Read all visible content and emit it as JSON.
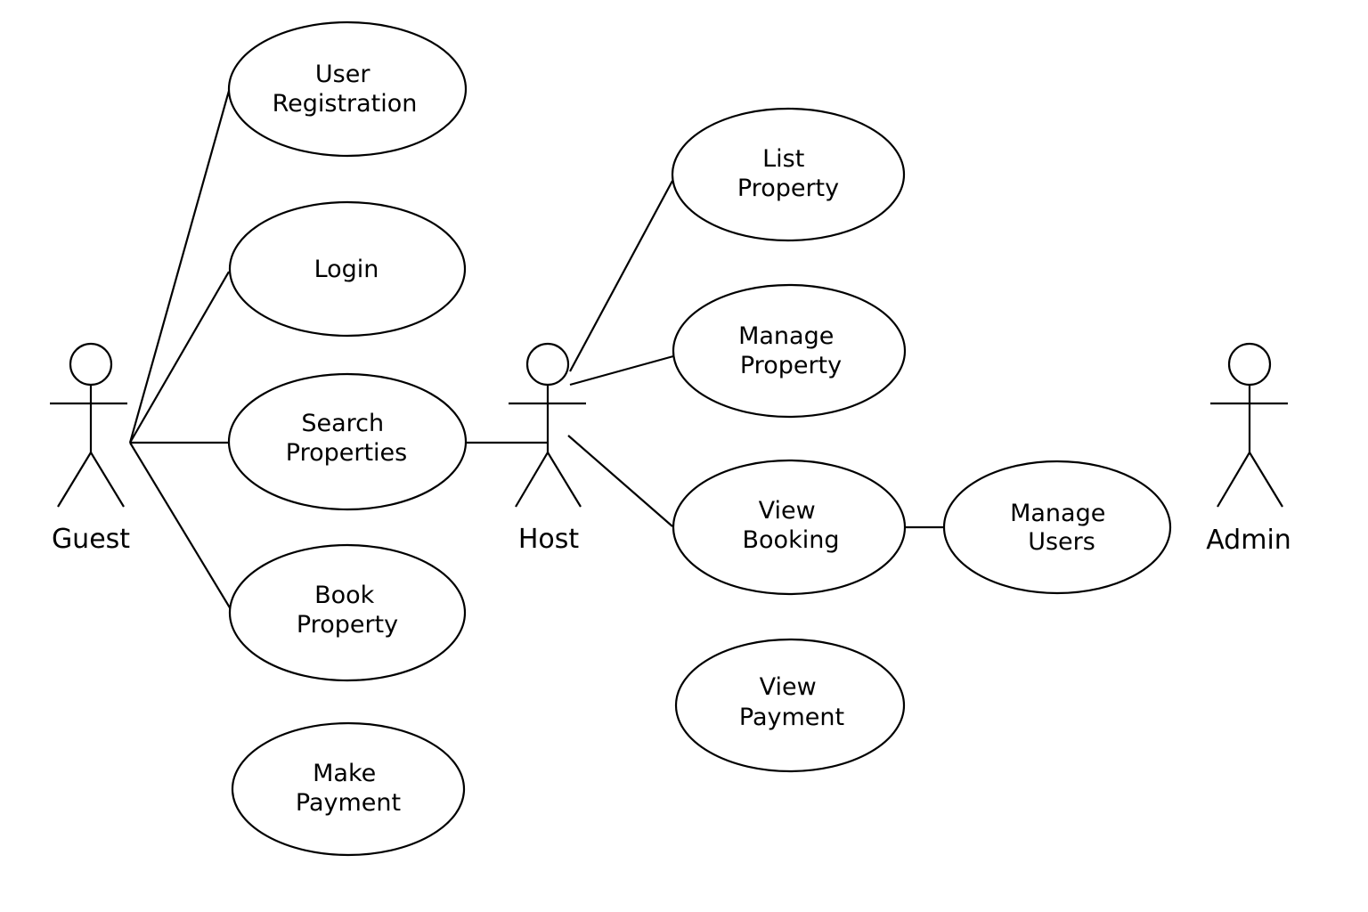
{
  "actors": [
    {
      "id": "guest",
      "name": "Guest"
    },
    {
      "id": "host",
      "name": "Host"
    },
    {
      "id": "admin",
      "name": "Admin"
    }
  ],
  "use_cases": [
    {
      "id": "user-registration",
      "lines": [
        "User",
        "Registration"
      ]
    },
    {
      "id": "login",
      "lines": [
        "Login"
      ]
    },
    {
      "id": "search-properties",
      "lines": [
        "Search",
        "Properties"
      ]
    },
    {
      "id": "book-property",
      "lines": [
        "Book",
        "Property"
      ]
    },
    {
      "id": "make-payment",
      "lines": [
        "Make",
        "Payment"
      ]
    },
    {
      "id": "list-property",
      "lines": [
        "List",
        "Property"
      ]
    },
    {
      "id": "manage-property",
      "lines": [
        "Manage",
        "Property"
      ]
    },
    {
      "id": "view-booking",
      "lines": [
        "View",
        "Booking"
      ]
    },
    {
      "id": "manage-users",
      "lines": [
        "Manage",
        "Users"
      ]
    },
    {
      "id": "view-payment",
      "lines": [
        "View",
        "Payment"
      ]
    }
  ],
  "associations": [
    {
      "from": "guest",
      "to": "user-registration"
    },
    {
      "from": "guest",
      "to": "login"
    },
    {
      "from": "guest",
      "to": "search-properties"
    },
    {
      "from": "guest",
      "to": "book-property"
    },
    {
      "from": "host",
      "to": "search-properties"
    },
    {
      "from": "host",
      "to": "list-property"
    },
    {
      "from": "host",
      "to": "manage-property"
    },
    {
      "from": "host",
      "to": "view-booking"
    },
    {
      "from": "view-booking",
      "to": "manage-users"
    }
  ]
}
